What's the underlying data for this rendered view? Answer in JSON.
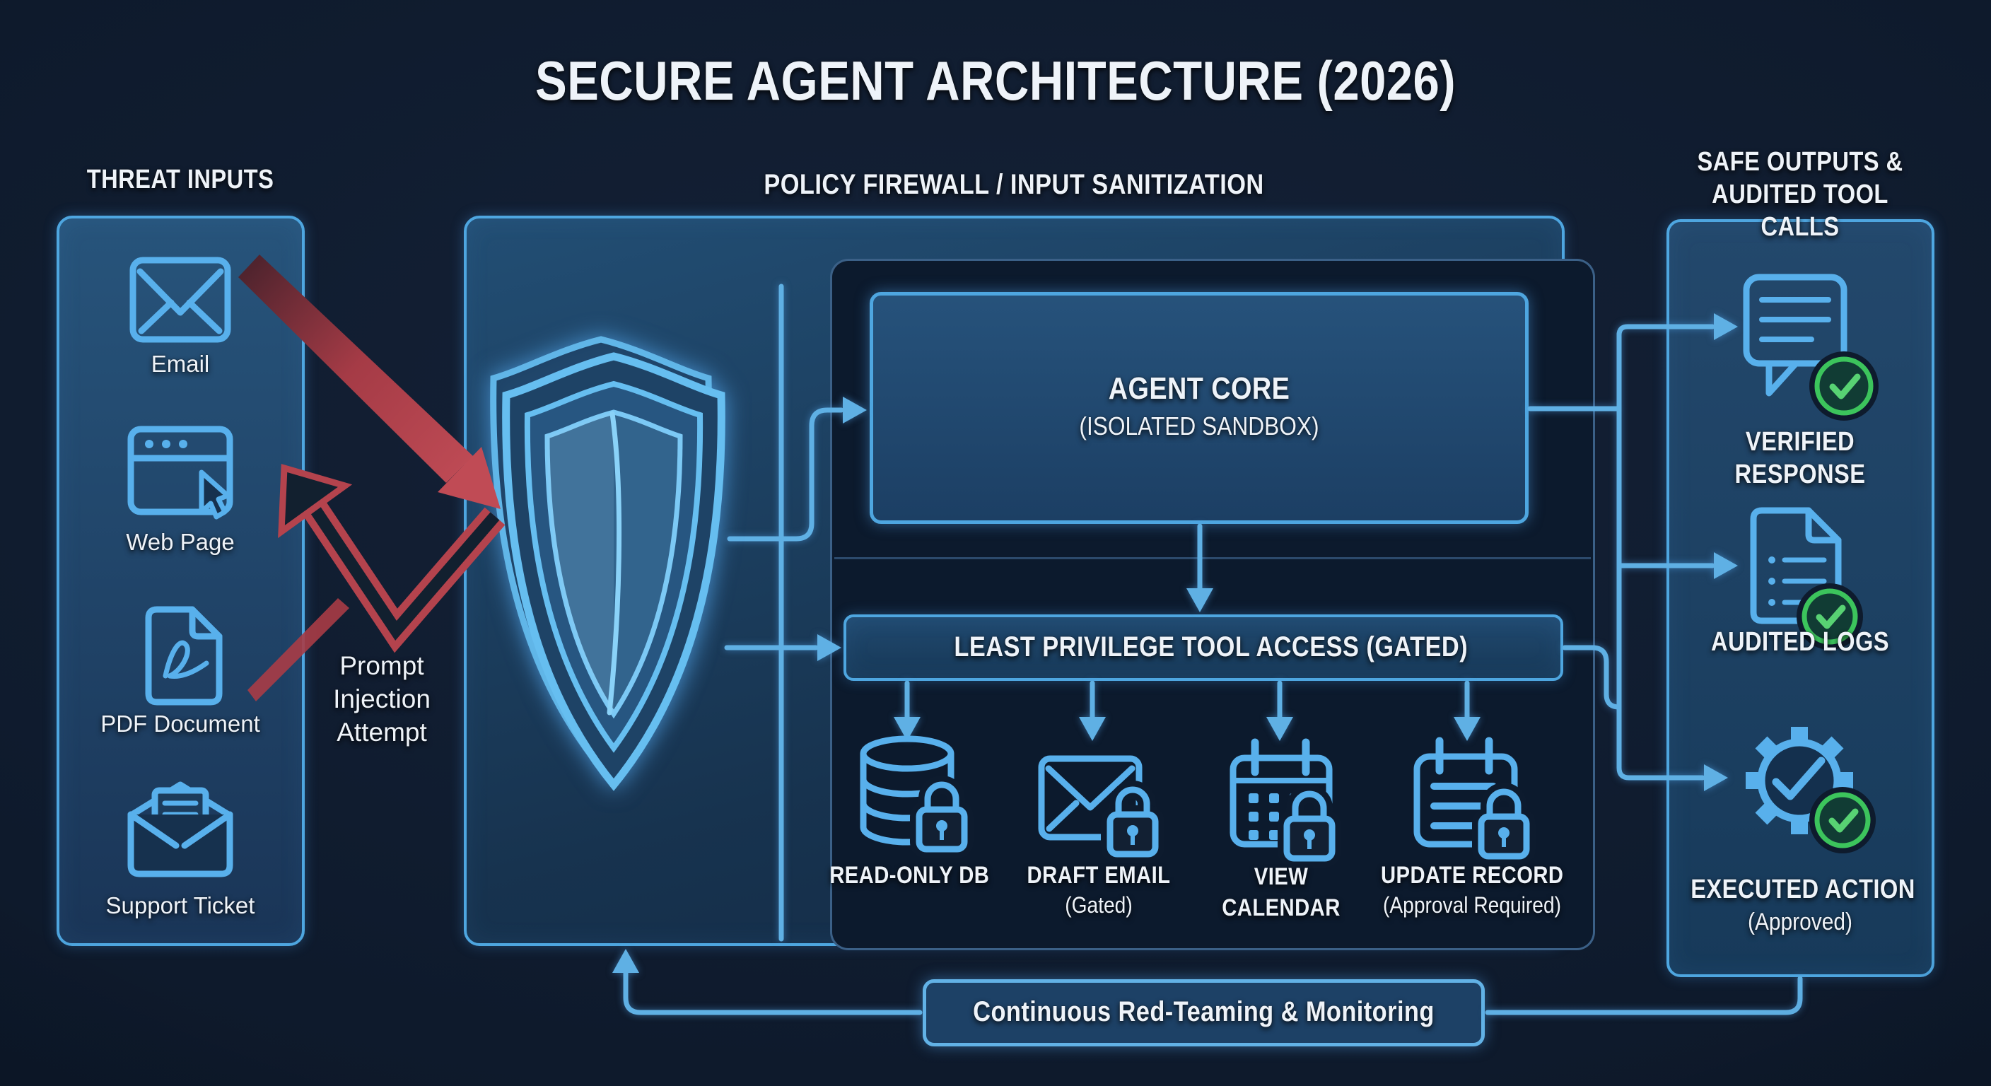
{
  "title": "SECURE AGENT ARCHITECTURE (2026)",
  "colors": {
    "background": "#0e1a2c",
    "panel_border": "#4ea6e0",
    "connector_blue": "#5fb0e4",
    "icon_stroke": "#58b0ec",
    "threat_red": "#b4434d",
    "approved_green": "#3cc45c",
    "text": "#eef3f9"
  },
  "threat_inputs": {
    "header": "THREAT INPUTS",
    "items": [
      {
        "icon": "email-icon",
        "label": "Email"
      },
      {
        "icon": "web-page-icon",
        "label": "Web Page"
      },
      {
        "icon": "pdf-document-icon",
        "label": "PDF Document"
      },
      {
        "icon": "support-ticket-icon",
        "label": "Support Ticket"
      }
    ]
  },
  "injection": {
    "line1": "Prompt",
    "line2": "Injection",
    "line3": "Attempt"
  },
  "firewall": {
    "header": "POLICY FIREWALL / INPUT SANITIZATION",
    "agent_core": {
      "title": "AGENT CORE",
      "subtitle": "(ISOLATED SANDBOX)"
    },
    "tool_gate": {
      "label": "LEAST PRIVILEGE TOOL ACCESS (GATED)"
    },
    "tools": [
      {
        "icon": "database-lock-icon",
        "label": "READ-ONLY DB",
        "sublabel": ""
      },
      {
        "icon": "email-lock-icon",
        "label": "DRAFT EMAIL",
        "sublabel": "(Gated)"
      },
      {
        "icon": "calendar-lock-icon",
        "label": "VIEW CALENDAR",
        "sublabel": ""
      },
      {
        "icon": "record-lock-icon",
        "label": "UPDATE RECORD",
        "sublabel": "(Approval Required)"
      }
    ]
  },
  "safe_outputs": {
    "header_line1": "SAFE OUTPUTS &",
    "header_line2": "AUDITED TOOL CALLS",
    "items": [
      {
        "icon": "chat-check-icon",
        "label": "VERIFIED RESPONSE",
        "sublabel": ""
      },
      {
        "icon": "log-check-icon",
        "label": "AUDITED LOGS",
        "sublabel": ""
      },
      {
        "icon": "gear-check-icon",
        "label": "EXECUTED ACTION",
        "sublabel": "(Approved)"
      }
    ]
  },
  "monitoring": {
    "label": "Continuous Red-Teaming & Monitoring"
  }
}
